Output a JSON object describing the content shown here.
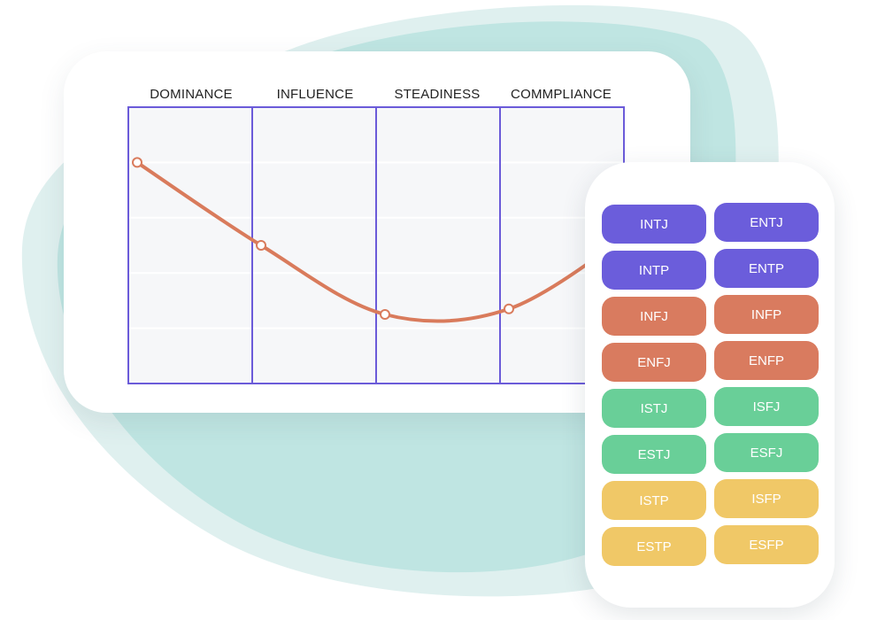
{
  "chart_data": {
    "type": "line",
    "categories": [
      "DOMINANCE",
      "INFLUENCE",
      "STEADINESS",
      "COMMPLIANCE"
    ],
    "values": [
      80,
      50,
      25,
      27
    ],
    "ylim": [
      0,
      100
    ],
    "grid": true,
    "colors": {
      "line": "#d97b5c",
      "frame": "#6b5bd9",
      "plot_bg": "#f6f7f9",
      "grid": "#ffffff"
    }
  },
  "personality_types": [
    {
      "label": "INTJ",
      "color": "#6b5ddb"
    },
    {
      "label": "ENTJ",
      "color": "#6b5ddb"
    },
    {
      "label": "INTP",
      "color": "#6b5ddb"
    },
    {
      "label": "ENTP",
      "color": "#6b5ddb"
    },
    {
      "label": "INFJ",
      "color": "#d97b5f"
    },
    {
      "label": "INFP",
      "color": "#d97b5f"
    },
    {
      "label": "ENFJ",
      "color": "#d97b5f"
    },
    {
      "label": "ENFP",
      "color": "#d97b5f"
    },
    {
      "label": "ISTJ",
      "color": "#69cf98"
    },
    {
      "label": "ISFJ",
      "color": "#69cf98"
    },
    {
      "label": "ESTJ",
      "color": "#69cf98"
    },
    {
      "label": "ESFJ",
      "color": "#69cf98"
    },
    {
      "label": "ISTP",
      "color": "#f0c867"
    },
    {
      "label": "ISFP",
      "color": "#f0c867"
    },
    {
      "label": "ESTP",
      "color": "#f0c867"
    },
    {
      "label": "ESFP",
      "color": "#f0c867"
    }
  ],
  "theme": {
    "blob_light": "#dff0ef",
    "blob_main": "#bfe5e2"
  }
}
